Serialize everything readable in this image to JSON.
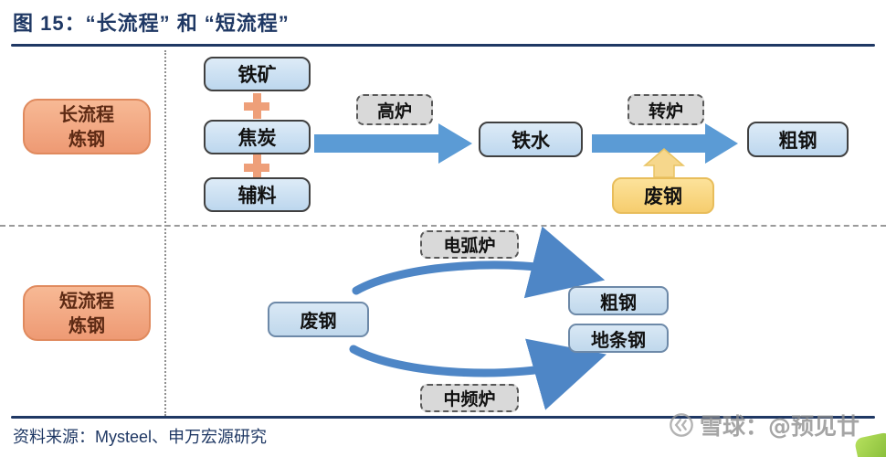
{
  "title": "图 15：“长流程” 和 “短流程”",
  "long_process": {
    "side_label": [
      "长流程",
      "炼钢"
    ],
    "materials": [
      "铁矿",
      "焦炭",
      "辅料"
    ],
    "blast_furnace_tag": "高炉",
    "molten_iron": "铁水",
    "converter_tag": "转炉",
    "crude_steel": "粗钢",
    "scrap_steel": "废钢"
  },
  "short_process": {
    "side_label": [
      "短流程",
      "炼钢"
    ],
    "scrap_steel": "废钢",
    "eaf_tag": "电弧炉",
    "mf_tag": "中频炉",
    "outputs": [
      "粗钢",
      "地条钢"
    ]
  },
  "footer": {
    "source": "资料来源：Mysteel、申万宏源研究"
  },
  "watermark": {
    "text": "雪球：@预见廿",
    "logo_icon": "xueqiu-circle-logo"
  },
  "icons": {
    "plus": "plus-icon",
    "flow_arrow": "arrow-right-icon",
    "scrap_feed_arrow": "arrow-up-icon",
    "cycle": "curved-cycle-arrows"
  },
  "colors": {
    "title_navy": "#1F3864",
    "box_blue_fill": "#bdd7ee",
    "box_orange_fill": "#f2a583",
    "box_yellow_fill": "#f8d57e",
    "tag_gray_fill": "#d9d9d9",
    "arrow_blue": "#5b9bd5",
    "plus_orange": "#ee9f79",
    "corner_green": "#8dc63f"
  }
}
